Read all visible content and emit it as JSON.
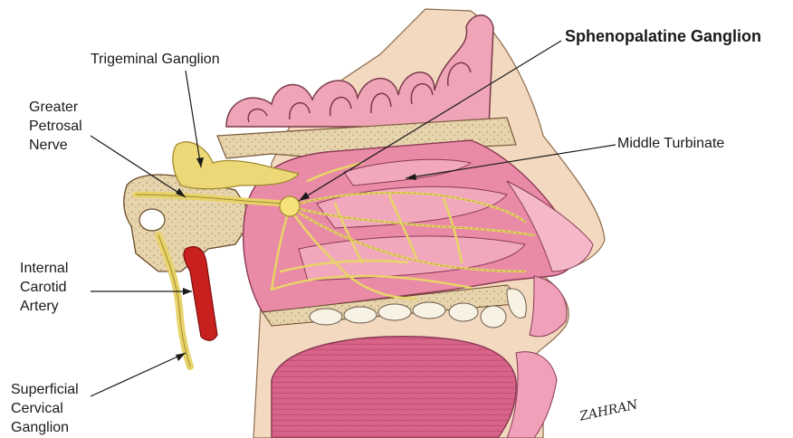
{
  "labels": {
    "sphenopalatine_ganglion": "Sphenopalatine  Ganglion",
    "trigeminal_ganglion": "Trigeminal Ganglion",
    "greater_petrosal_nerve": [
      "Greater",
      "Petrosal",
      "Nerve"
    ],
    "middle_turbinate": "Middle Turbinate",
    "internal_carotid_artery": [
      "Internal",
      "Carotid",
      "Artery"
    ],
    "superficial_cervical_ganglion": [
      "Superficial",
      "Cervical",
      "Ganglion"
    ]
  },
  "signature": "ZAHRAN",
  "colors": {
    "mucosa": "#e98aa6",
    "mucosa_light": "#f4b8c8",
    "bone": "#e6d4ad",
    "nerve": "#e8d36a",
    "artery": "#c8201e",
    "tongue": "#d95f86",
    "tooth": "#f7f2e4",
    "line": "#1a1a1a"
  }
}
